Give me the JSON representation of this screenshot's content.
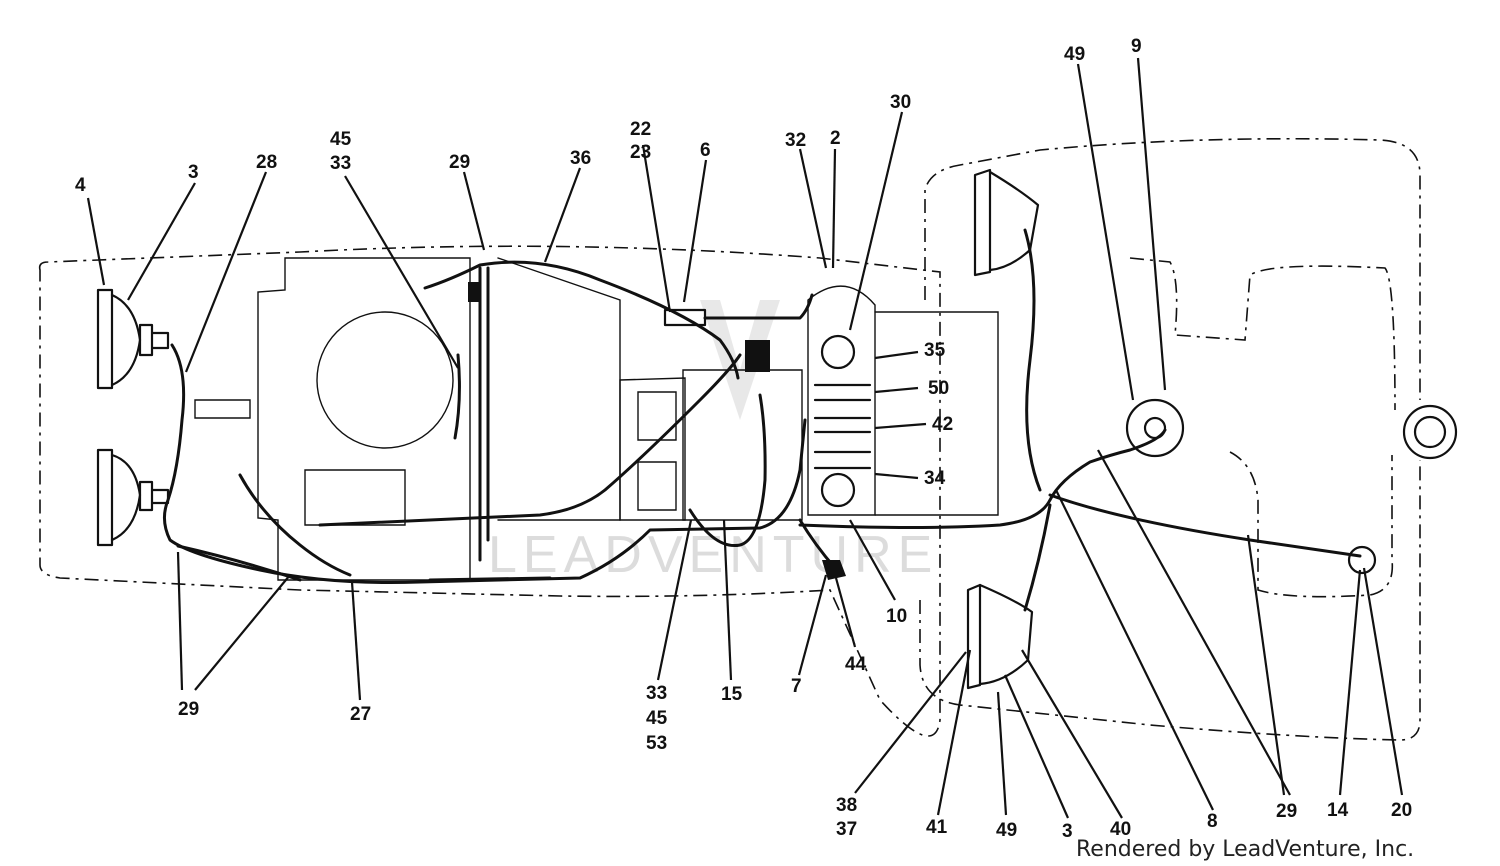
{
  "watermark": "LEADVENTURE",
  "credit": "Rendered by LeadVenture, Inc.",
  "callouts": {
    "c4": "4",
    "c3a": "3",
    "c28": "28",
    "c45a": "45",
    "c33a": "33",
    "c29a": "29",
    "c36": "36",
    "c22": "22",
    "c23": "23",
    "c6": "6",
    "c32": "32",
    "c2": "2",
    "c30": "30",
    "c49a": "49",
    "c9": "9",
    "c35": "35",
    "c50": "50",
    "c42": "42",
    "c34": "34",
    "c10": "10",
    "c44": "44",
    "c7": "7",
    "c15": "15",
    "c33b": "33",
    "c45b": "45",
    "c53": "53",
    "c27": "27",
    "c29b": "29",
    "c38": "38",
    "c37": "37",
    "c41": "41",
    "c49b": "49",
    "c3b": "3",
    "c40": "40",
    "c8": "8",
    "c29c": "29",
    "c14": "14",
    "c20": "20"
  }
}
